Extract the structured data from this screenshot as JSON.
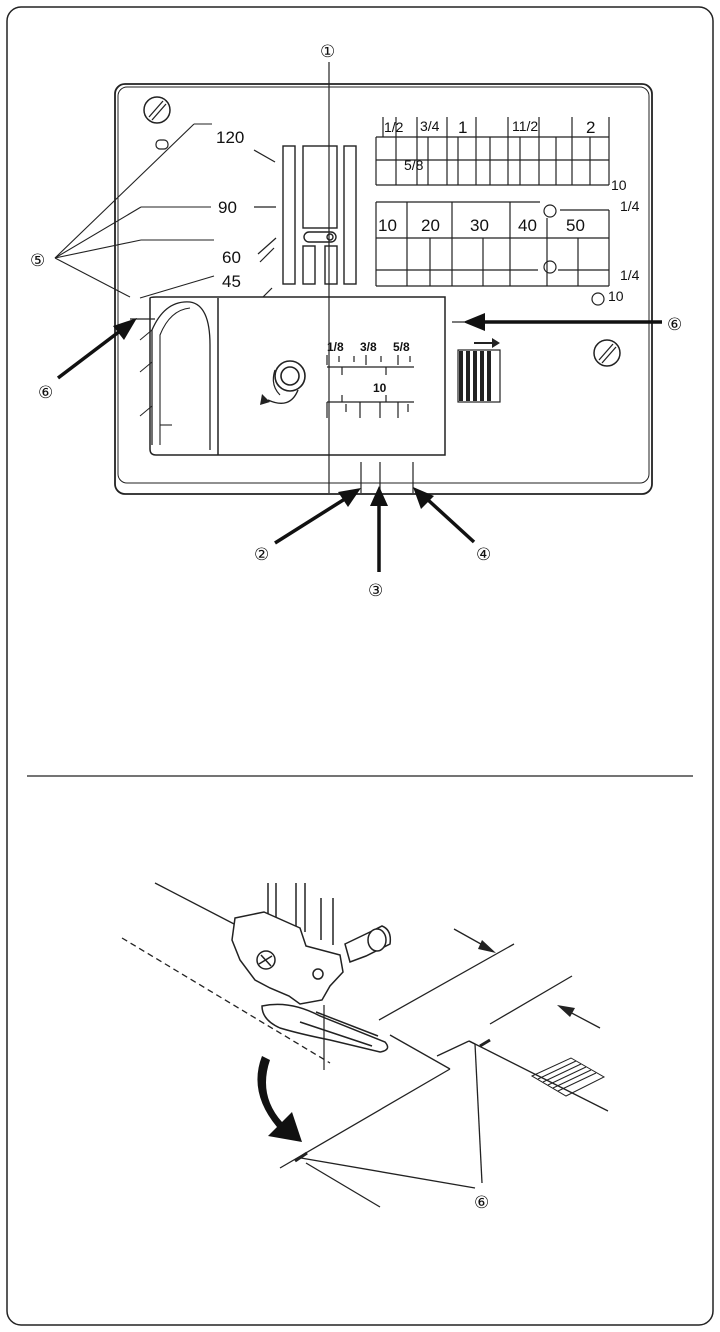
{
  "upper": {
    "callouts": {
      "c1": "①",
      "c2": "②",
      "c3": "③",
      "c4": "④",
      "c5": "⑤",
      "c6a": "⑥",
      "c6b": "⑥"
    },
    "angle_labels": [
      "120",
      "90",
      "60",
      "45"
    ],
    "inch_labels": [
      "1/2",
      "3/4",
      "1",
      "11/2",
      "2"
    ],
    "five_eighths": "5/8",
    "mm_labels": [
      "10",
      "20",
      "30",
      "40",
      "50"
    ],
    "side_labels": {
      "ten_top": "10",
      "quarter_top": "1/4",
      "quarter_bottom": "1/4",
      "ten_bottom": "10"
    },
    "cover_inch_labels": [
      "1/8",
      "3/8",
      "5/8"
    ],
    "cover_ten": "10"
  },
  "lower": {
    "callout": "⑥"
  }
}
